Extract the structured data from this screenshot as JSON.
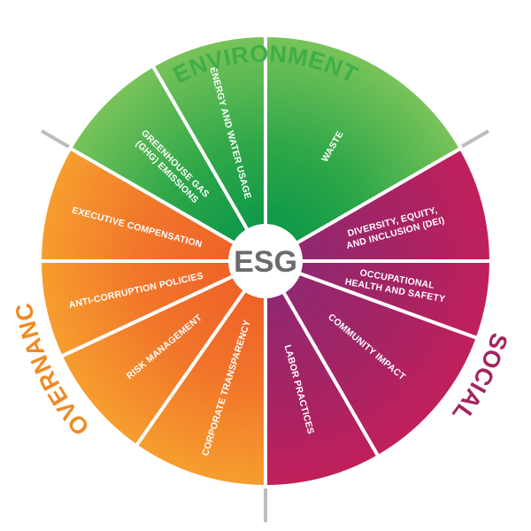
{
  "center": {
    "label": "ESG"
  },
  "groups": {
    "environment": {
      "title": "ENVIRONMENT",
      "color": "#3fae49"
    },
    "social": {
      "title": "SOCIAL",
      "color": "#a3245f"
    },
    "governance": {
      "title": "GOVERNANCE",
      "color": "#f08a24"
    }
  },
  "segments": [
    {
      "id": "ghg",
      "group": "environment",
      "lines": [
        "GREENHOUSE GAS",
        "(GHG) EMISSIONS"
      ]
    },
    {
      "id": "energy-water",
      "group": "environment",
      "lines": [
        "ENERGY AND WATER USAGE"
      ]
    },
    {
      "id": "waste",
      "group": "environment",
      "lines": [
        "WASTE"
      ]
    },
    {
      "id": "dei",
      "group": "social",
      "lines": [
        "DIVERSITY, EQUITY,",
        "AND INCLUSION (DEI)"
      ]
    },
    {
      "id": "ohs",
      "group": "social",
      "lines": [
        "OCCUPATIONAL",
        "HEALTH AND SAFETY"
      ]
    },
    {
      "id": "community",
      "group": "social",
      "lines": [
        "COMMUNITY IMPACT"
      ]
    },
    {
      "id": "labor",
      "group": "social",
      "lines": [
        "LABOR PRACTICES"
      ]
    },
    {
      "id": "transparency",
      "group": "governance",
      "lines": [
        "CORPORATE TRANSPARENCY"
      ]
    },
    {
      "id": "risk",
      "group": "governance",
      "lines": [
        "RISK MANAGEMENT"
      ]
    },
    {
      "id": "anti-corruption",
      "group": "governance",
      "lines": [
        "ANTI-CORRUPTION POLICIES"
      ]
    },
    {
      "id": "exec-comp",
      "group": "governance",
      "lines": [
        "EXECUTIVE COMPENSATION"
      ]
    }
  ]
}
